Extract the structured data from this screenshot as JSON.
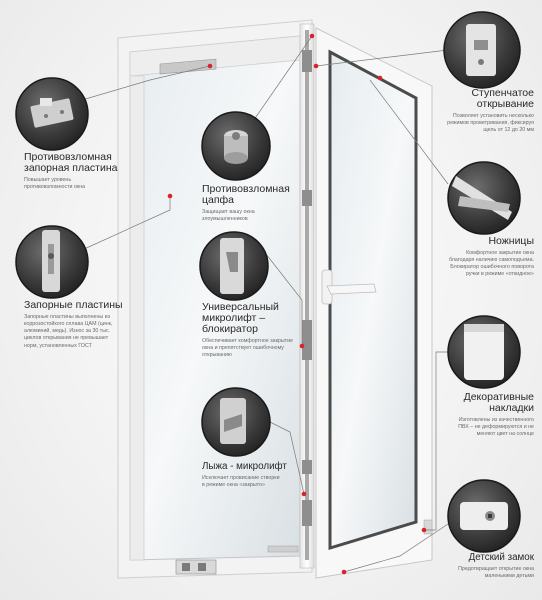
{
  "callouts": [
    {
      "id": "anti-burglary-strike-plate",
      "title_lines": [
        "Противовзломная",
        "запорная пластина"
      ],
      "desc_lines": [
        "Повышает уровень",
        "противовзломности окна"
      ]
    },
    {
      "id": "locking-plates",
      "title_lines": [
        "Запорные пластины"
      ],
      "desc_lines": [
        "Запорные пластины выполнены из",
        "коррозостойкого сплава ЦАМ (цинк,",
        "алюминий, медь). Износ за 30 тыс.",
        "циклов открывания не превышает",
        "норм, установленных ГОСТ"
      ]
    },
    {
      "id": "anti-burglary-pin",
      "title_lines": [
        "Противовзломная",
        "цапфа"
      ],
      "desc_lines": [
        "Защищает вашу окна",
        "злоумышленников"
      ]
    },
    {
      "id": "stepped-opening",
      "title_lines": [
        "Ступенчатое",
        "открывание"
      ],
      "desc_lines": [
        "Позволяет установить несколько",
        "режимов проветривания, фиксируя",
        "щель от 12 до 20 мм"
      ]
    },
    {
      "id": "scissors",
      "title_lines": [
        "Ножницы"
      ],
      "desc_lines": [
        "Комфортное закрытие окна",
        "благодаря наличию самоподъема.",
        "Блокиратор ошибочного поворота",
        "ручки в режиме «откидное»"
      ]
    },
    {
      "id": "universal-microlift",
      "title_lines": [
        "Универсальный",
        "микролифт –",
        "блокиратор"
      ],
      "desc_lines": [
        "Обеспечивает комфортное закрытие",
        "окна и препятствует ошибочному",
        "открыванию"
      ]
    },
    {
      "id": "decorative-covers",
      "title_lines": [
        "Декоративные",
        "накладки"
      ],
      "desc_lines": [
        "Изготовлены из качественного",
        "ПВХ – не деформируются и не",
        "меняют цвет на солнце"
      ]
    },
    {
      "id": "ski-microlift",
      "title_lines": [
        "Лыжа - микролифт"
      ],
      "desc_lines": [
        "Исключает провисание створки",
        "в режиме окна «закрыто»"
      ]
    },
    {
      "id": "child-lock",
      "title_lines": [
        "Детский замок"
      ],
      "desc_lines": [
        "Предотвращает открытие окна",
        "маленькими детьми"
      ]
    }
  ],
  "colors": {
    "accent": "#d8232a",
    "frame": "#f7f7f7",
    "glass": "#d6dde1",
    "hardware": "#9a9a9a",
    "title": "#2a2a2a",
    "desc": "#6a6a6a"
  },
  "icons": [
    "strike-plate-icon",
    "locking-plate-icon",
    "pin-icon",
    "stepped-opening-icon",
    "scissors-icon",
    "microlift-icon",
    "decorative-cover-icon",
    "ski-icon",
    "child-lock-icon"
  ]
}
